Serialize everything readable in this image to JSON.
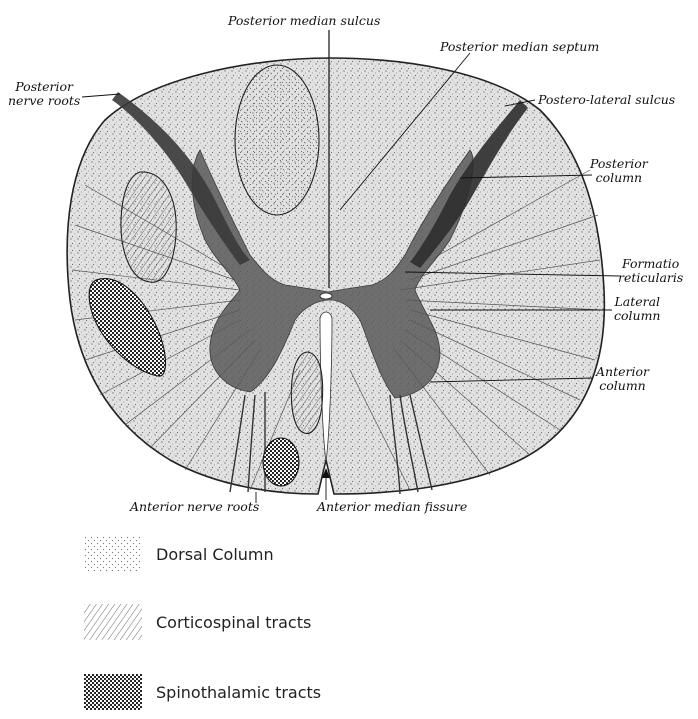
{
  "labels": {
    "posterior_median_sulcus": "Posterior median sulcus",
    "posterior_median_septum": "Posterior median septum",
    "posterior_nerve_roots_1": "Posterior",
    "posterior_nerve_roots_2": "nerve roots",
    "postero_lateral_sulcus": "Postero-lateral sulcus",
    "posterior_column_1": "Posterior",
    "posterior_column_2": "column",
    "formatio_reticularis_1": "Formatio",
    "formatio_reticularis_2": "reticularis",
    "lateral_column_1": "Lateral",
    "lateral_column_2": "column",
    "anterior_column_1": "Anterior",
    "anterior_column_2": "column",
    "anterior_nerve_roots": "Anterior nerve roots",
    "anterior_median_fissure": "Anterior median fissure"
  },
  "legend": [
    {
      "label": "Dorsal Column",
      "pattern": "dots-light"
    },
    {
      "label": "Corticospinal tracts",
      "pattern": "diagonal-lines"
    },
    {
      "label": "Spinothalamic tracts",
      "pattern": "dense-dots"
    }
  ]
}
